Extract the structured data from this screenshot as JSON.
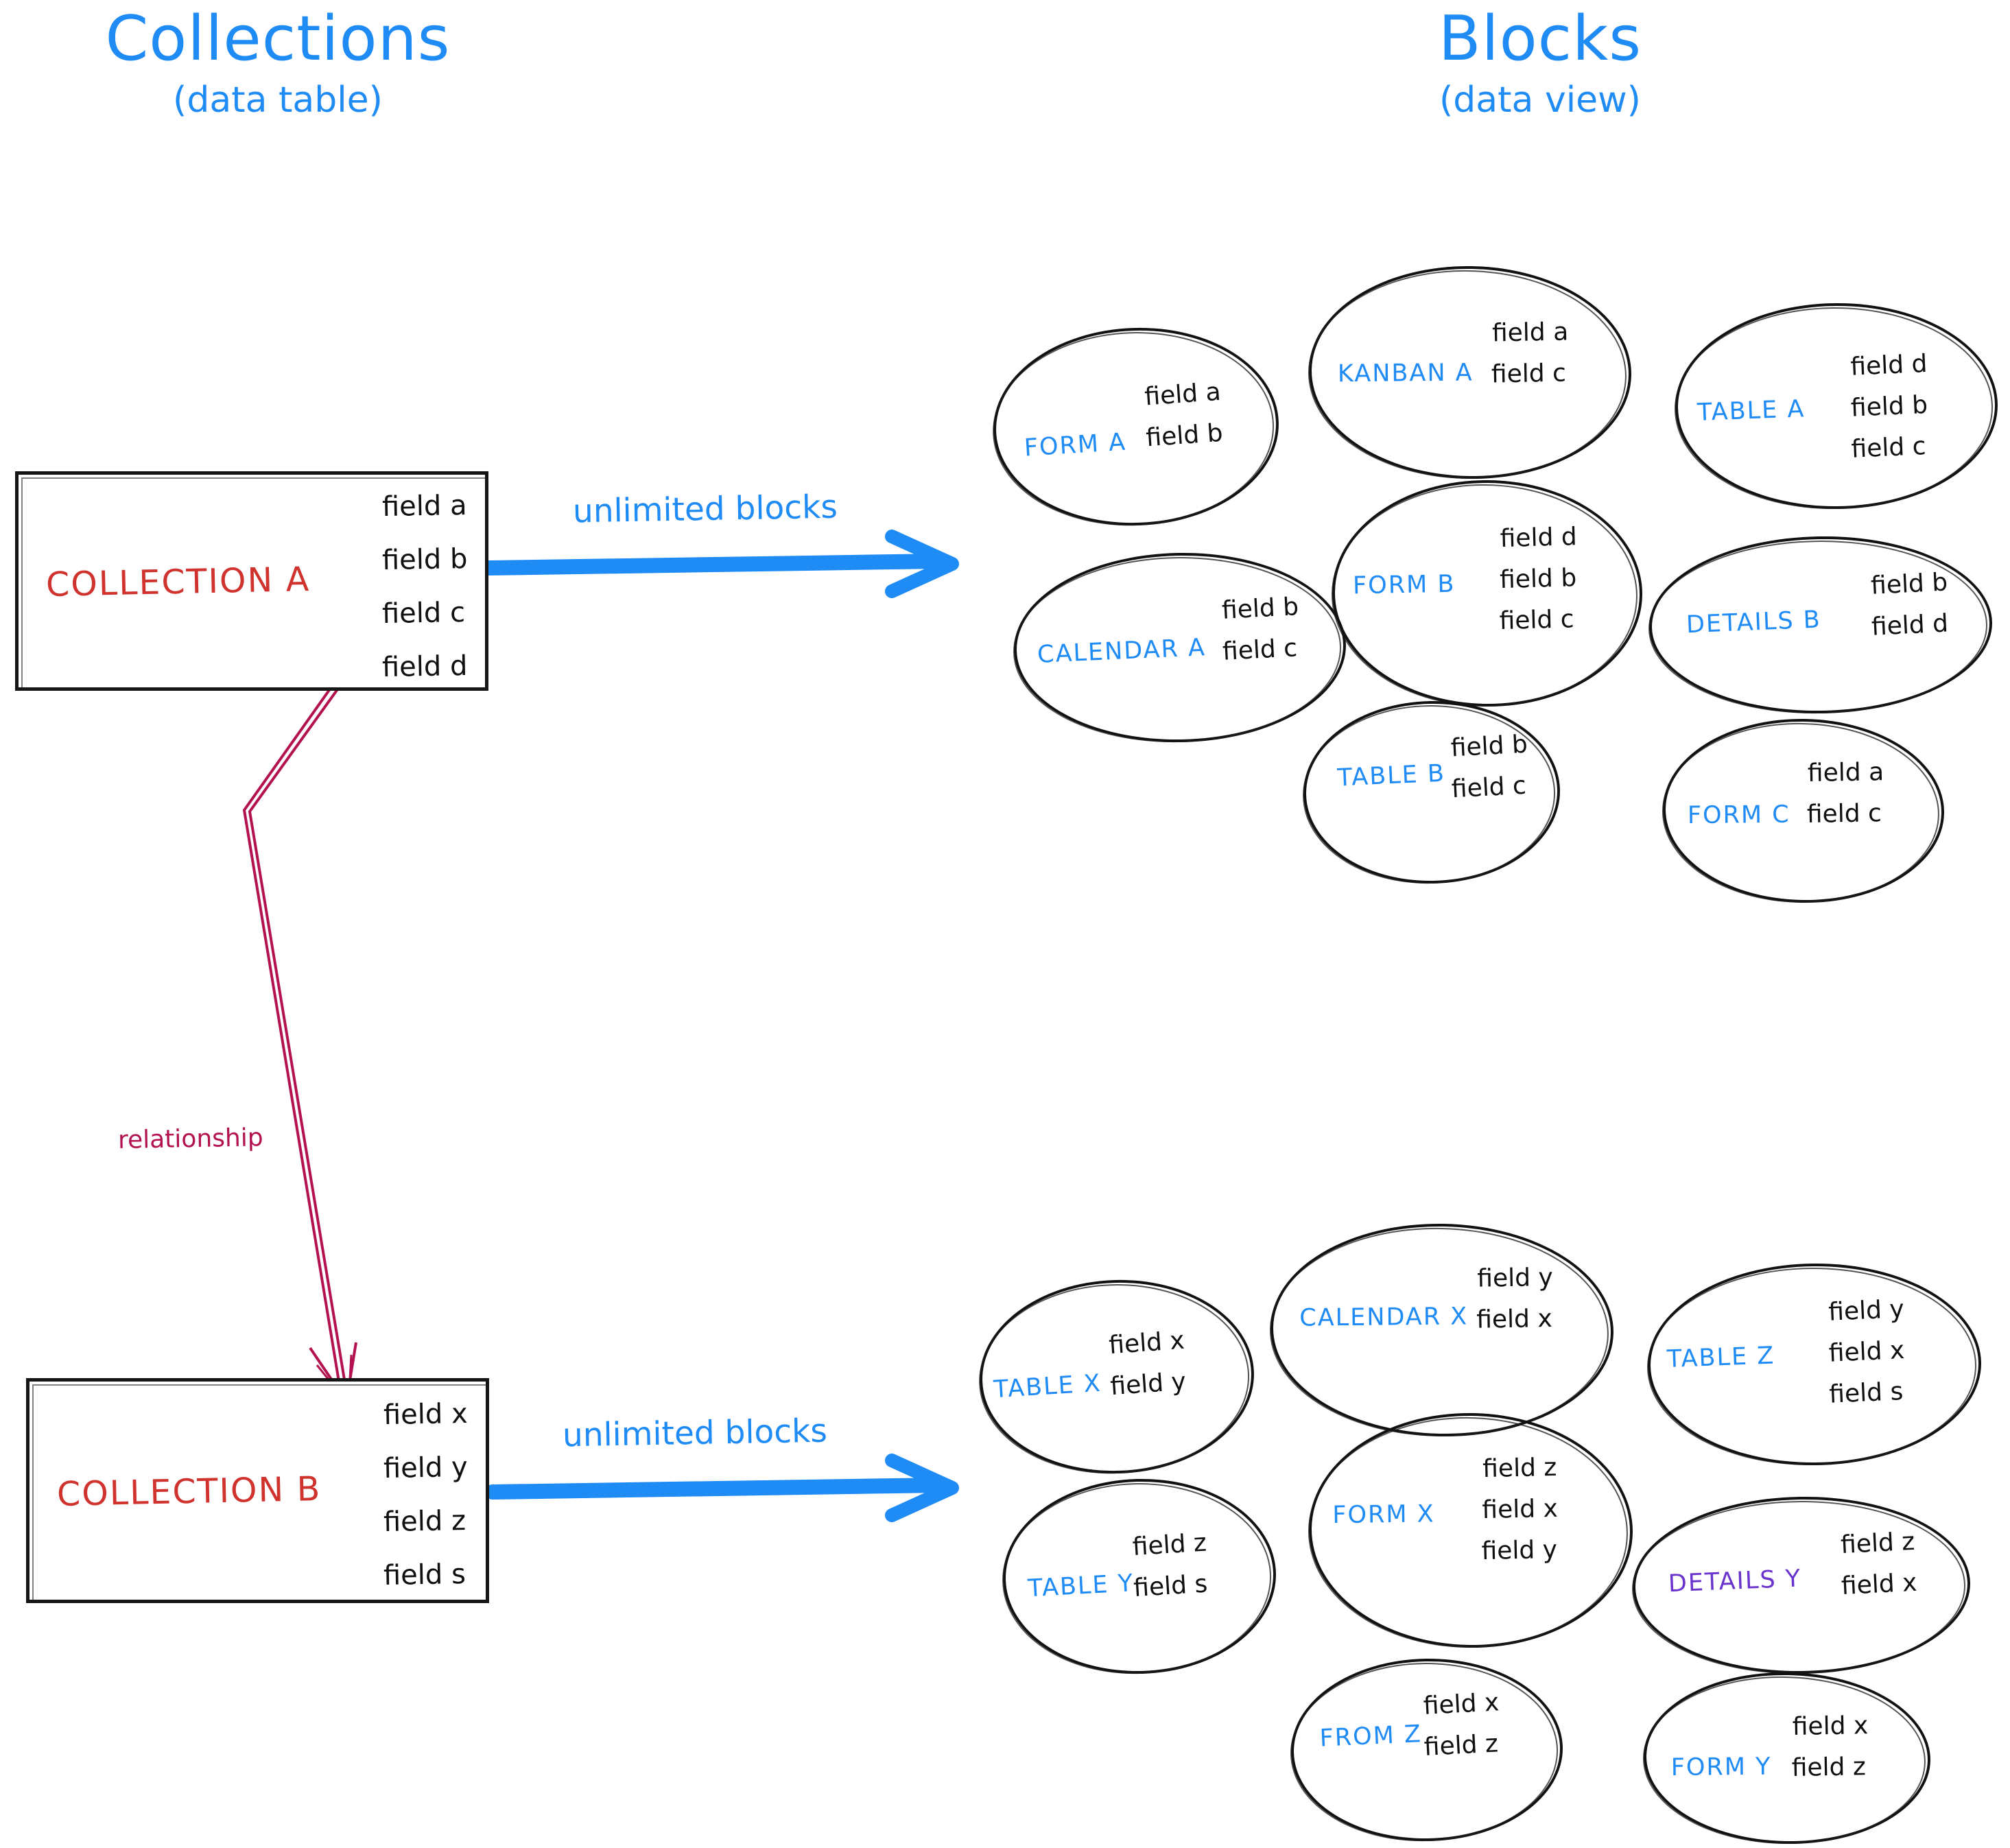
{
  "titles": {
    "left": {
      "main": "Collections",
      "sub": "(data table)"
    },
    "right": {
      "main": "Blocks",
      "sub": "(data view)"
    }
  },
  "colors": {
    "accent_blue": "#1f8bf5",
    "collection_red": "#d0332e",
    "relationship_crimson": "#b3124f",
    "details_purple": "#6a33cc",
    "ink_black": "#111111"
  },
  "collections": [
    {
      "name": "COLLECTION A",
      "fields": [
        "field a",
        "field b",
        "field c",
        "field d"
      ],
      "arrow_label": "unlimited blocks"
    },
    {
      "name": "COLLECTION B",
      "fields": [
        "field x",
        "field y",
        "field z",
        "field s"
      ],
      "arrow_label": "unlimited blocks"
    }
  ],
  "relationship": {
    "label": "relationship"
  },
  "blocks_group_a": [
    {
      "name": "FORM A",
      "fields": [
        "field a",
        "field b"
      ]
    },
    {
      "name": "KANBAN A",
      "fields": [
        "field a",
        "field c"
      ]
    },
    {
      "name": "TABLE A",
      "fields": [
        "field d",
        "field b",
        "field c"
      ]
    },
    {
      "name": "CALENDAR A",
      "fields": [
        "field b",
        "field c"
      ]
    },
    {
      "name": "FORM B",
      "fields": [
        "field d",
        "field b",
        "field c"
      ]
    },
    {
      "name": "DETAILS B",
      "fields": [
        "field b",
        "field d"
      ]
    },
    {
      "name": "TABLE B",
      "fields": [
        "field b",
        "field c"
      ]
    },
    {
      "name": "FORM C",
      "fields": [
        "field a",
        "field c"
      ]
    }
  ],
  "blocks_group_b": [
    {
      "name": "TABLE X",
      "fields": [
        "field x",
        "field y"
      ]
    },
    {
      "name": "CALENDAR X",
      "fields": [
        "field y",
        "field x"
      ]
    },
    {
      "name": "TABLE Z",
      "fields": [
        "field y",
        "field x",
        "field s"
      ]
    },
    {
      "name": "TABLE Y",
      "fields": [
        "field z",
        "field s"
      ]
    },
    {
      "name": "FORM X",
      "fields": [
        "field z",
        "field x",
        "field y"
      ]
    },
    {
      "name": "DETAILS Y",
      "fields": [
        "field z",
        "field x"
      ]
    },
    {
      "name": "FROM Z",
      "fields": [
        "field x",
        "field z"
      ]
    },
    {
      "name": "FORM Y",
      "fields": [
        "field x",
        "field z"
      ]
    }
  ]
}
